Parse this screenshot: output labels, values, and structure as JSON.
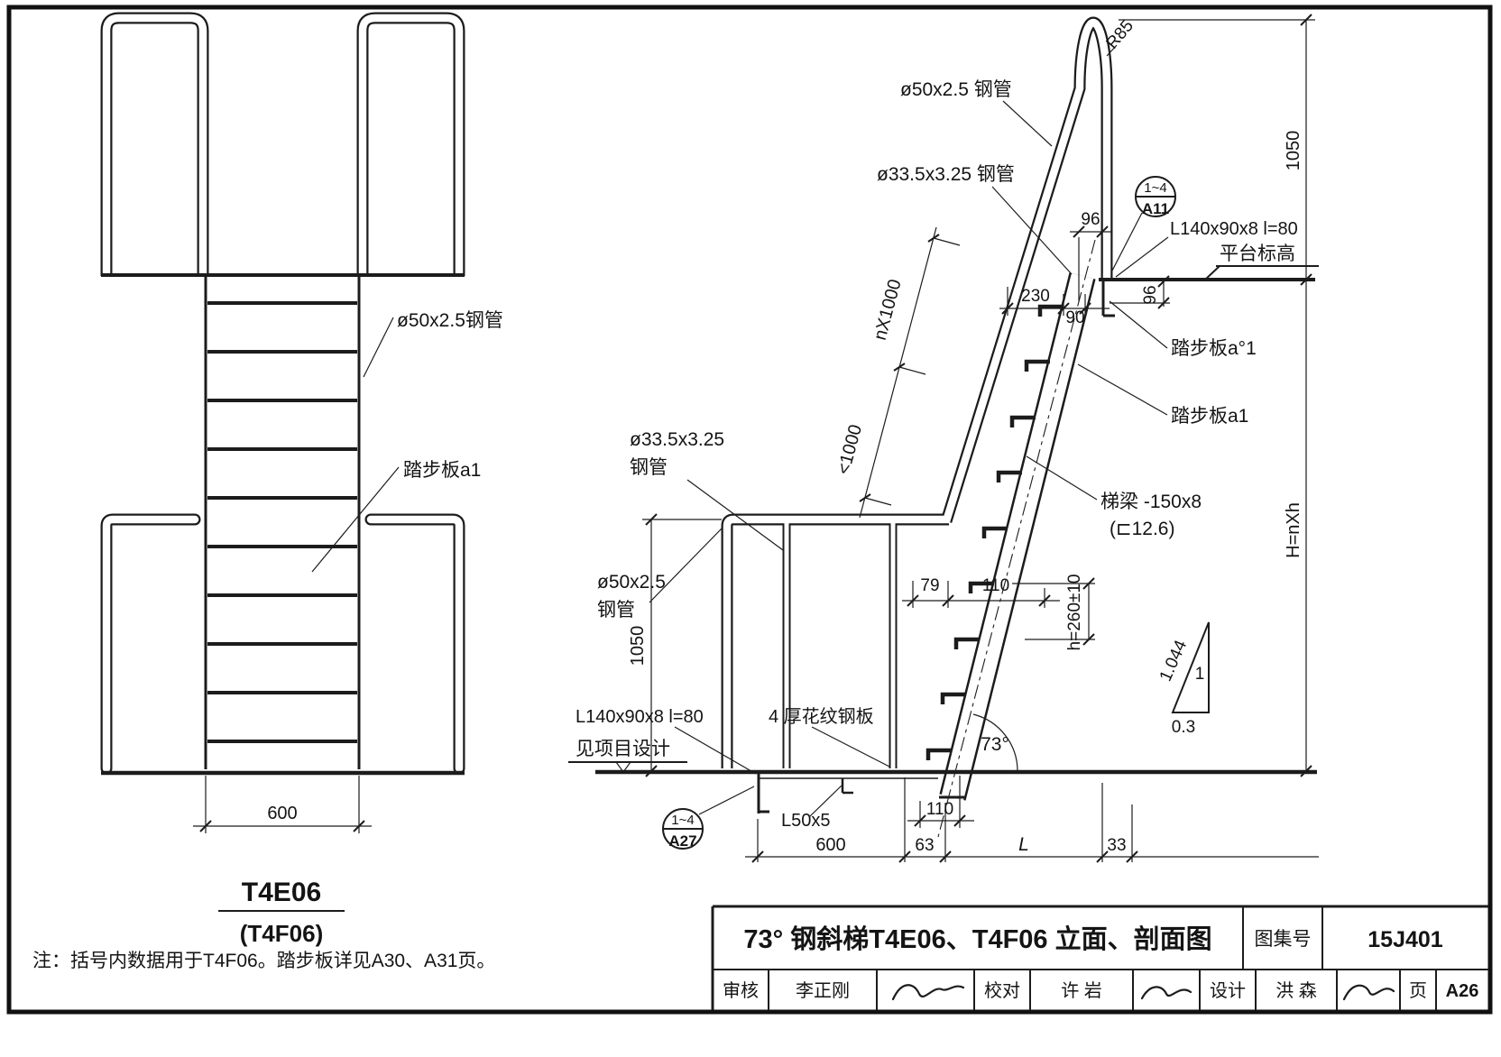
{
  "page": {
    "paper": "#ffffff",
    "ink": "#1c1c1c"
  },
  "left_view": {
    "pipe_label": "ø50x2.5钢管",
    "tread_label": "踏步板a1",
    "dim_width": "600",
    "name": "T4E06",
    "alt_name": "(T4F06)"
  },
  "note": "注：括号内数据用于T4F06。踏步板详见A30、A31页。",
  "right_view": {
    "handrail_pipe": "ø50x2.5 钢管",
    "post_pipe_top": "ø33.5x3.25 钢管",
    "bend_radius": "R85",
    "dim_top_height": "1050",
    "detail_a11": {
      "range": "1~4",
      "page": "A11"
    },
    "angle_top": "L140x90x8  l=80",
    "platform_level": "平台标高",
    "dim_96_h": "96",
    "dim_96_v": "96",
    "dim_230": "230",
    "dim_90": "90",
    "tread_a01": "踏步板a°1",
    "tread_a1": "踏步板a1",
    "dim_run": "nX1000",
    "dim_run_last": "<1000",
    "stringer": "梯梁 -150x8",
    "stringer_alt": "(⊏12.6)",
    "post_pipe_left_1": "ø33.5x3.25",
    "post_pipe_left_2": "钢管",
    "rail_pipe_left_1": "ø50x2.5",
    "rail_pipe_left_2": "钢管",
    "dim_rail_height": "1050",
    "dim_79": "79",
    "dim_110_mid": "110",
    "dim_tread_h": "h=260±10",
    "slope_hyp": "1.044",
    "slope_v": "1",
    "slope_h": "0.3",
    "angle_73": "73°",
    "angle_bottom": "L140x90x8  l=80",
    "see_design": "见项目设计",
    "plate": "4 厚花纹钢板",
    "detail_a27": {
      "range": "1~4",
      "page": "A27"
    },
    "support": "L50x5",
    "dim_110_bottom": "110",
    "dim_600": "600",
    "dim_63": "63",
    "dim_L": "L",
    "dim_33": "33",
    "dim_H": "H=nXh"
  },
  "title_block": {
    "title": "73° 钢斜梯T4E06、T4F06 立面、剖面图",
    "atlas_label": "图集号",
    "atlas_no": "15J401",
    "page_label": "页",
    "page_no": "A26",
    "reviewer_label": "审核",
    "reviewer": "李正刚",
    "checker_label": "校对",
    "checker": "许 岩",
    "designer_label": "设计",
    "designer": "洪 森"
  }
}
